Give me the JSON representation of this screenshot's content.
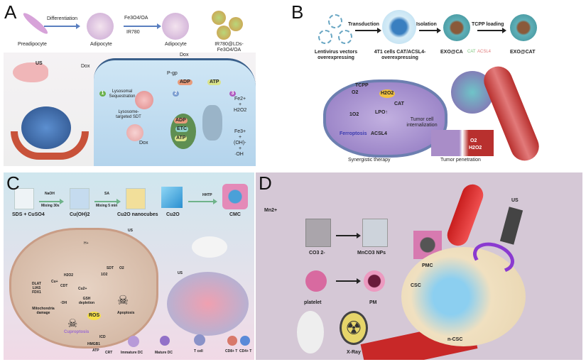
{
  "panels": {
    "A": {
      "letter": "A",
      "steps": [
        "Preadipocyte",
        "Adipocyte",
        "Adipocyte",
        "IR780@LDs-Fe3O4/OA"
      ],
      "arrows": [
        "Differentiation",
        "Fe3O4/OA",
        "IR780"
      ],
      "labels": {
        "us": "US",
        "dox_top": "Dox",
        "dox_mouse": "Dox",
        "p_gp": "P-gp",
        "adp1": "ADP",
        "atp1": "ATP",
        "n1": "1",
        "n2": "2",
        "n3": "3",
        "lyso_seq": "Lysosomal Sequestration",
        "lyso_sdt": "Lysosome-targeted SDT",
        "dox_mid": "Dox",
        "adp2": "ADP",
        "etc": "ETC",
        "atp2": "ATP",
        "fe2": "Fe2+",
        "plus1": "+",
        "h2o2": "H2O2",
        "fe3": "Fe3+",
        "plus2": "+",
        "oh_minus": "(OH)-",
        "plus3": "+",
        "oh_rad": "·OH"
      }
    },
    "B": {
      "letter": "B",
      "steps": [
        "Lentivirus vectors overexpressing",
        "4T1 cells CAT/ACSL4-overexpressing",
        "EXO@CA",
        "EXO@CAT"
      ],
      "arrows": [
        "Transduction",
        "Isolation",
        "TCPP loading"
      ],
      "legend": [
        "CAT",
        "ACSL4"
      ],
      "labels": {
        "tcpp": "TCPP",
        "o2": "O2",
        "h2o2": "H2O2",
        "cat": "CAT",
        "singlet": "1O2",
        "lpo": "LPO↑",
        "ferroptosis": "Ferroptosis",
        "acsl4": "ACSL4",
        "internalization": "Tumor cell internalization",
        "synergistic": "Synergistic therapy",
        "penetration": "Tumor penetration",
        "o2b": "O2",
        "h2o2b": "H2O2"
      }
    },
    "C": {
      "letter": "C",
      "steps": [
        "SDS + CuSO4",
        "Cu(OH)2",
        "Cu2O nanocubes",
        "Cu2O",
        "CMC"
      ],
      "arrows": [
        {
          "top": "NaOH",
          "bottom": "Mixing 30s"
        },
        {
          "top": "SA",
          "bottom": "Mixing 5 min"
        },
        {
          "top": "HHTP",
          "bottom": ""
        }
      ],
      "labels": {
        "us1": "US",
        "us2": "US",
        "h_plus": "H+",
        "sdt": "SDT",
        "o2": "O2",
        "singlet": "1O2",
        "h2o2": "H2O2",
        "cdt": "CDT",
        "cu_plus": "Cu+",
        "cu2_plus": "Cu2+",
        "dlat": "DLAT\nLIAS\nFDX1",
        "oh": "·OH",
        "gsh": "GSH depletion",
        "mito": "Mitochondria damage",
        "ros": "ROS",
        "apoptosis": "Apoptosis",
        "cuproptosis": "Cuproptosis",
        "icd": "ICD",
        "hmgb1": "HMGB1",
        "atp": "ATP",
        "crt": "CRT"
      },
      "cells": [
        "Immature DC",
        "Mature DC",
        "T cell",
        "CD8+ T",
        "CD4+ T"
      ]
    },
    "D": {
      "letter": "D",
      "labels": {
        "mn": "Mn2+",
        "co3": "CO3 2-",
        "mnco3": "MnCO3 NPs",
        "pmc": "PMC",
        "platelet": "platelet",
        "pm": "PM",
        "us": "US",
        "csc": "CSC",
        "ncsc": "n-CSC",
        "xray": "X-Ray"
      }
    }
  },
  "colors": {
    "panelC_bg": "#cfe6ee",
    "panelD_bg": "#d5c8d6",
    "cellA": "#bfe0f2",
    "cellB": "#a48ccc",
    "vessel": "#c83a3a"
  }
}
